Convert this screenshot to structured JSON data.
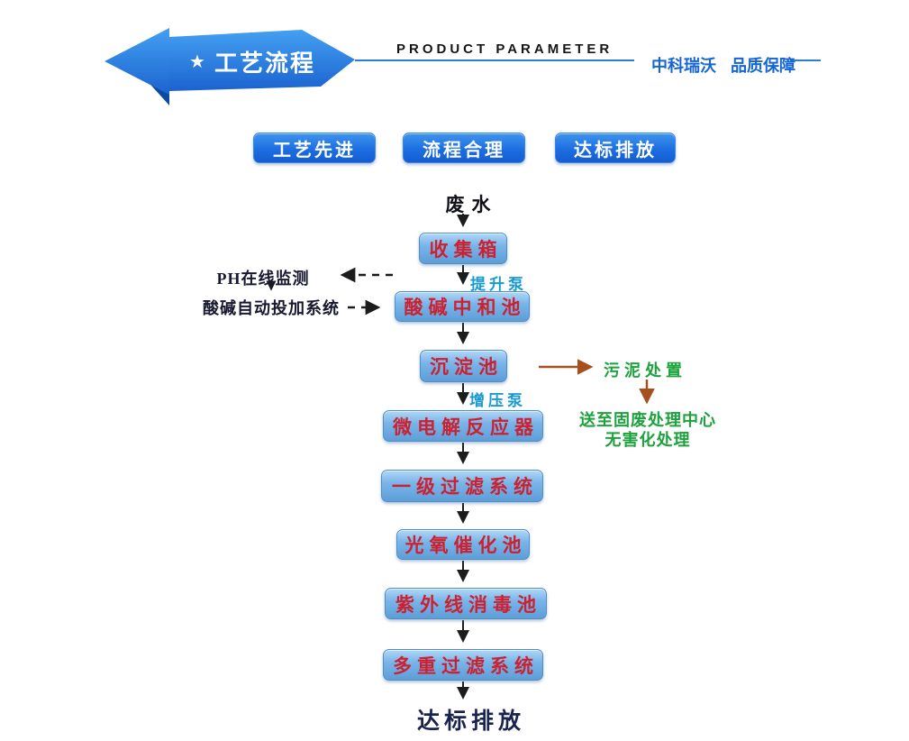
{
  "header": {
    "star": "★",
    "title": "工艺流程",
    "eyebrow": "PRODUCT PARAMETER",
    "brand": "中科瑞沃",
    "tagline": "品质保障"
  },
  "badges": [
    {
      "label": "工艺先进"
    },
    {
      "label": "流程合理"
    },
    {
      "label": "达标排放"
    }
  ],
  "flow": {
    "source": "废水",
    "boxes": [
      {
        "label": "收集箱"
      },
      {
        "label": "酸碱中和池"
      },
      {
        "label": "沉淀池"
      },
      {
        "label": "微电解反应器"
      },
      {
        "label": "一级过滤系统"
      },
      {
        "label": "光氧催化池"
      },
      {
        "label": "紫外线消毒池"
      },
      {
        "label": "多重过滤系统"
      }
    ],
    "pumps": [
      {
        "label": "提升泵"
      },
      {
        "label": "增压泵"
      }
    ],
    "monitoring": {
      "ph": "PH在线监测",
      "dosing": "酸碱自动投加系统"
    },
    "sludge": {
      "title": "污泥处置",
      "note1": "送至固废处理中心",
      "note2": "无害化处理"
    },
    "outcome": "达标排放"
  },
  "colors": {
    "banner_blue_top": "#44a0f2",
    "banner_blue_bottom": "#1b63cf",
    "banner_fold": "#0a4aa2",
    "header_line": "#2e7cd8",
    "brand_blue": "#1566d4",
    "box_fill_top": "#b0d6f6",
    "box_fill_bottom": "#5d9ed8",
    "box_text_red": "#cc2130",
    "pump_teal": "#189ace",
    "green": "#1da23e",
    "brown_arrow": "#a5501e",
    "dark_text": "#181830",
    "outcome_navy": "#1a2350"
  }
}
